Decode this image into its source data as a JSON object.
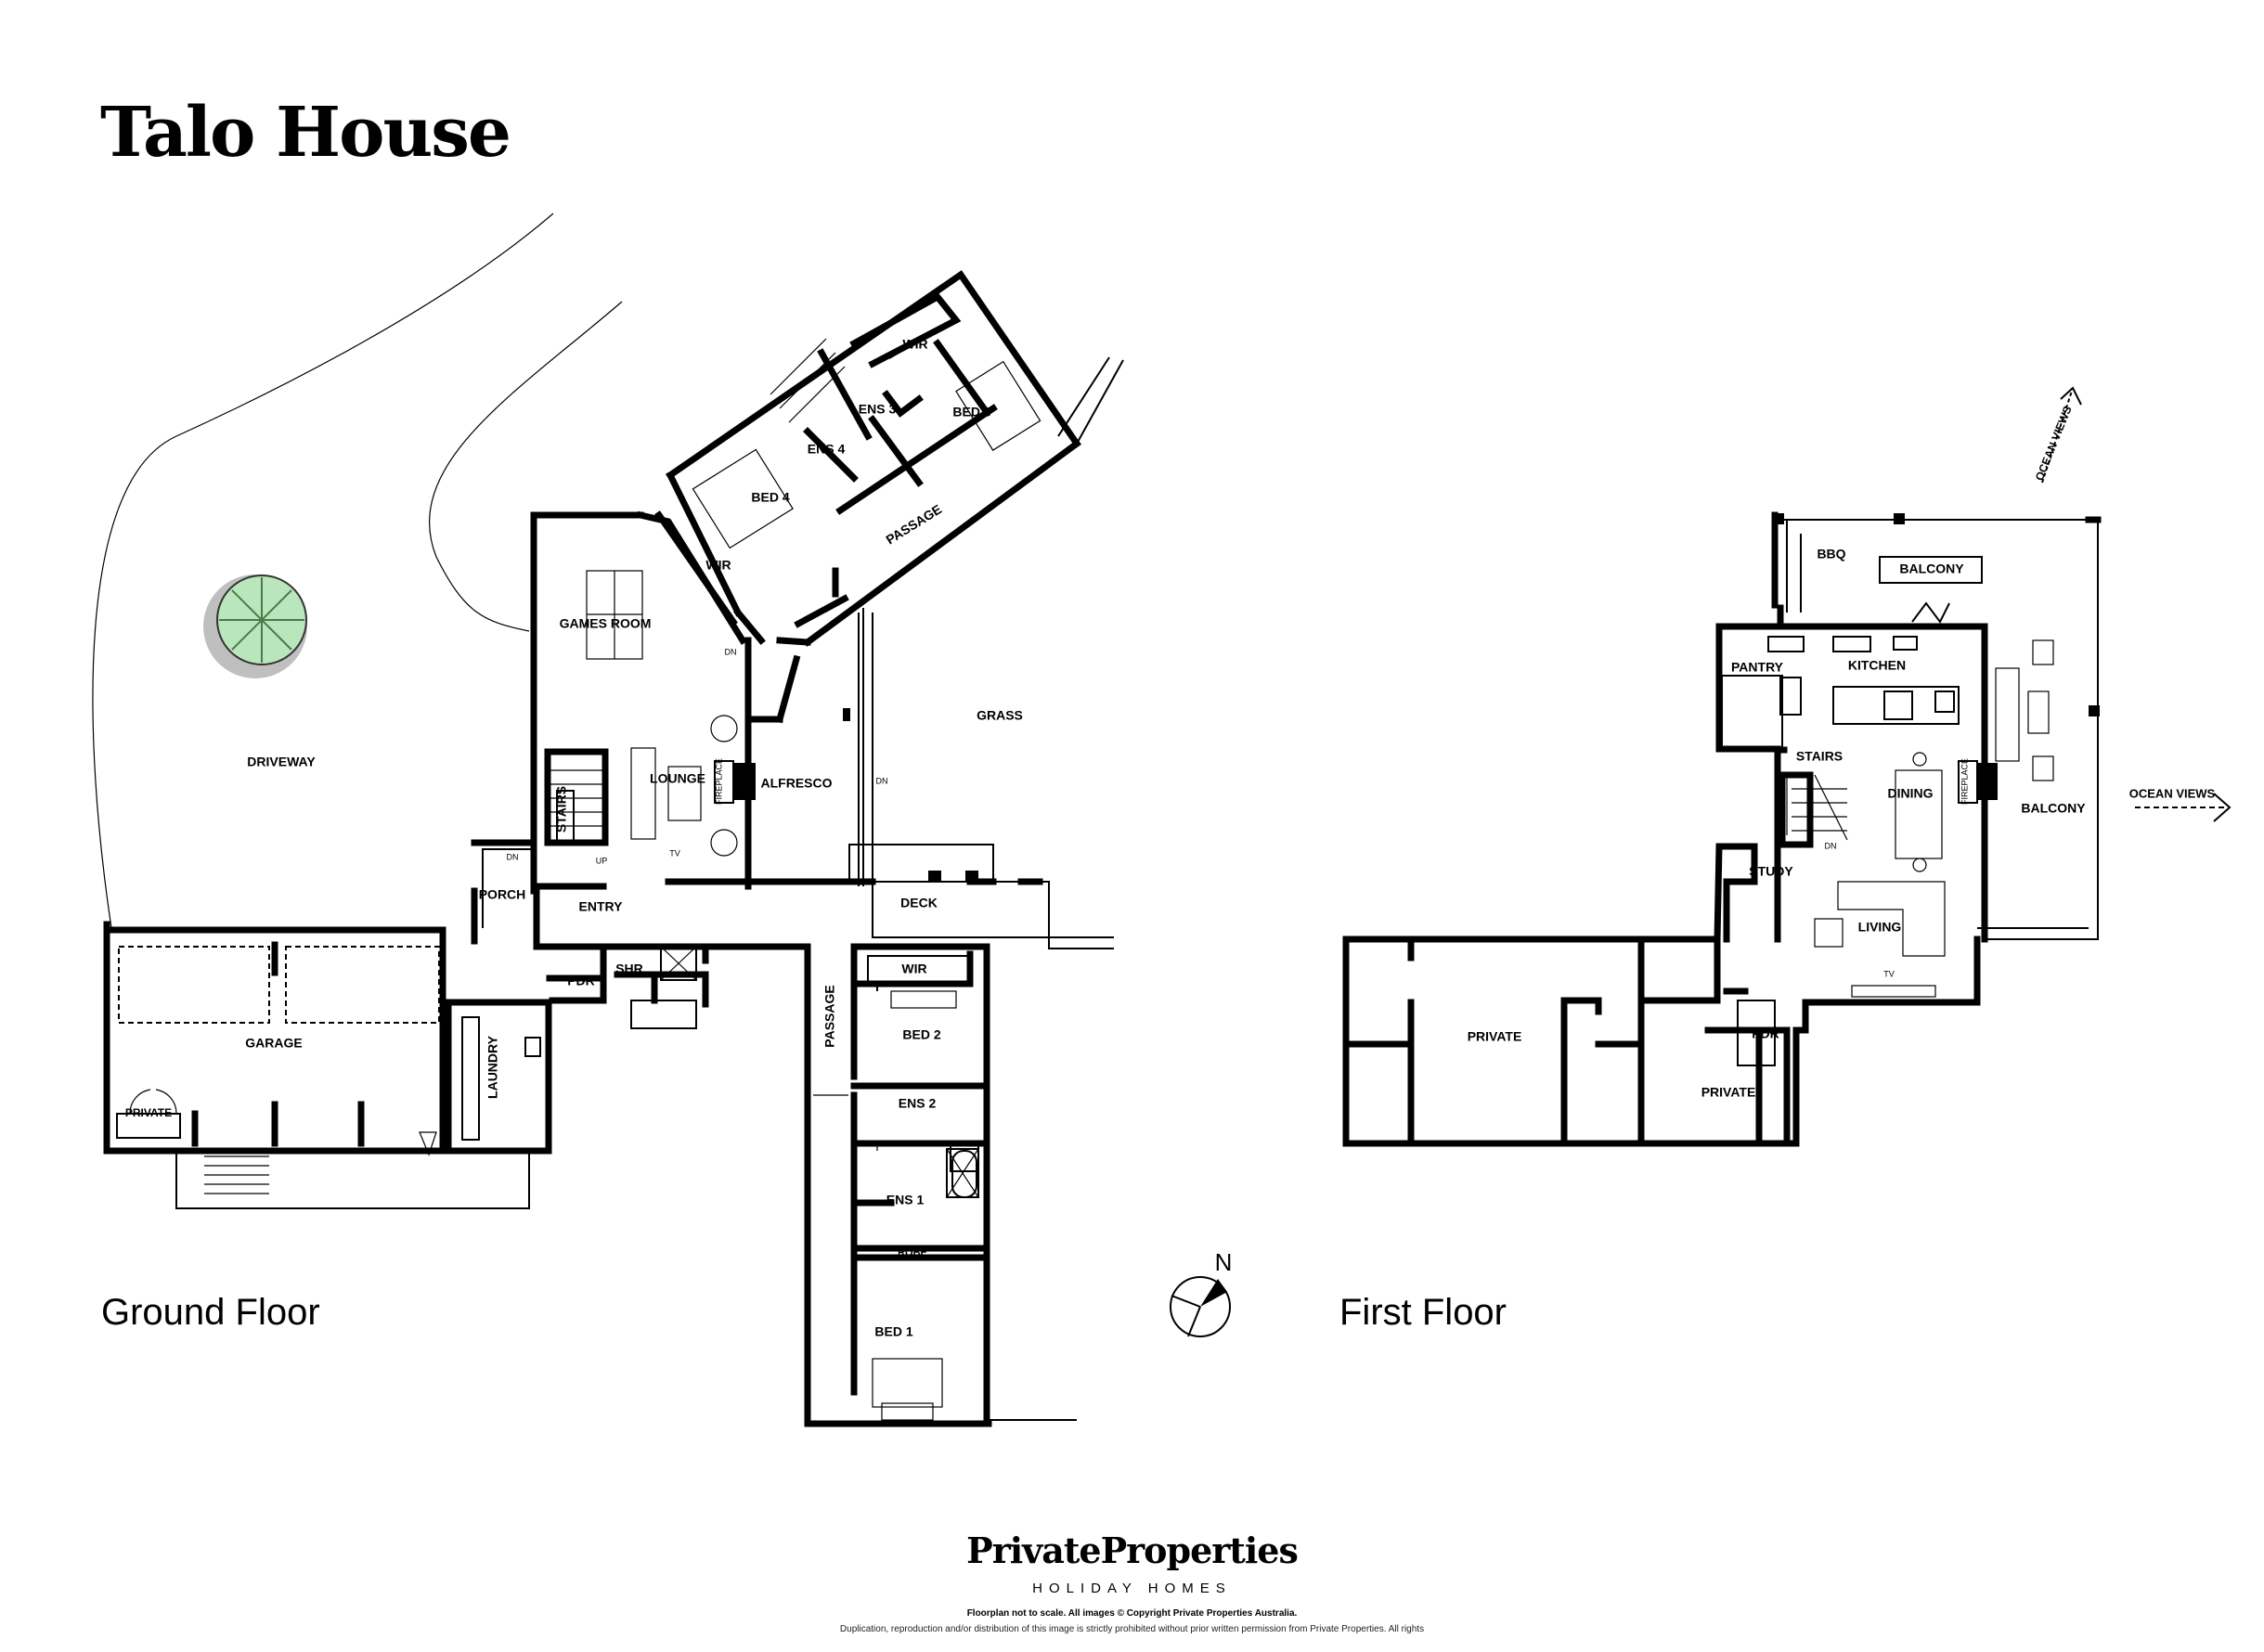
{
  "title": "Talo House",
  "floors": {
    "ground": "Ground Floor",
    "first": "First Floor"
  },
  "compass": "N",
  "rooms": {
    "driveway": "DRIVEWAY",
    "games_room": "GAMES ROOM",
    "lounge": "LOUNGE",
    "alfresco": "ALFRESCO",
    "grass": "GRASS",
    "stairs_ground": "STAIRS",
    "porch": "PORCH",
    "entry": "ENTRY",
    "deck": "DECK",
    "garage": "GARAGE",
    "private_ground": "PRIVATE",
    "laundry": "LAUNDRY",
    "pdr_ground": "PDR",
    "shr": "SHR",
    "passage_ground": "PASSAGE",
    "wir_bed2": "WIR",
    "bed2": "BED 2",
    "ens2": "ENS 2",
    "ens1": "ENS 1",
    "robe": "ROBE",
    "bed1": "BED 1",
    "bed4": "BED 4",
    "wir_bed4": "WIR",
    "ens4": "ENS 4",
    "ens3": "ENS 3",
    "wir_bed3": "WIR",
    "bed3": "BED 3",
    "passage_upper": "PASSAGE",
    "bbq": "BBQ",
    "balcony_top": "BALCONY",
    "pantry": "PANTRY",
    "kitchen": "KITCHEN",
    "stairs_first": "STAIRS",
    "dining": "DINING",
    "balcony_side": "BALCONY",
    "study": "STUDY",
    "living": "LIVING",
    "private_first_a": "PRIVATE",
    "private_first_b": "PRIVATE",
    "pdr_first": "PDR"
  },
  "annotations": {
    "fireplace_ground": "FIREPLACE",
    "fireplace_first": "FIREPLACE",
    "tv_ground": "TV",
    "tv_first": "TV",
    "dn1": "DN",
    "dn2": "DN",
    "dn3": "DN",
    "up1": "UP",
    "dn_first": "DN",
    "ocean_views_top": "OCEAN VIEWS",
    "ocean_views_right": "OCEAN VIEWS"
  },
  "footer": {
    "brand": "PrivateProperties",
    "sub": "HOLIDAY HOMES",
    "note": "Floorplan not to scale. All images © Copyright Private Properties Australia.",
    "duplication": "Duplication, reproduction and/or distribution of this image is strictly prohibited without prior written permission from Private Properties. All rights"
  }
}
